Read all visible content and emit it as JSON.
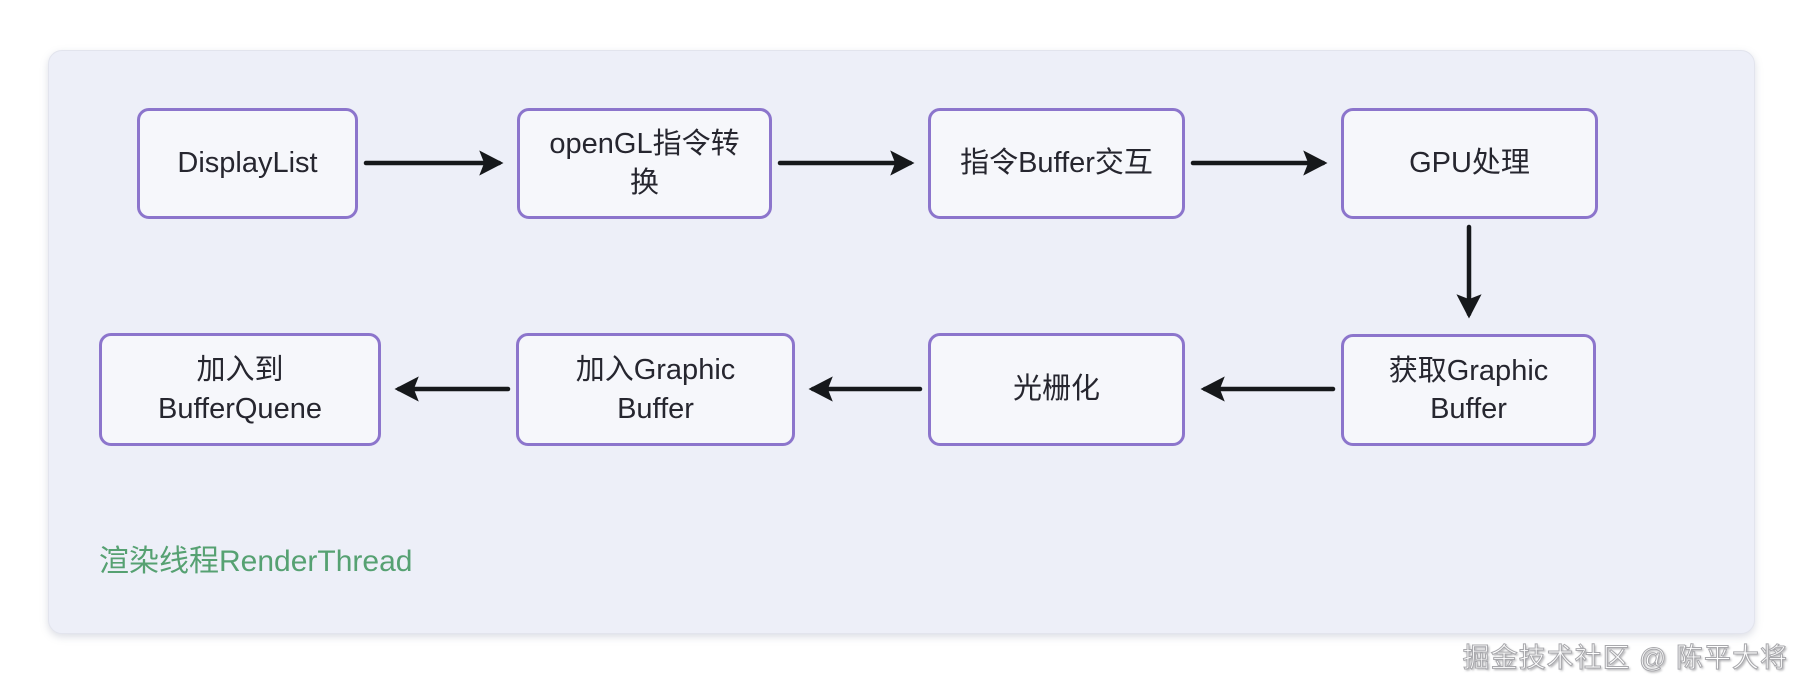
{
  "page": {
    "background": "#ffffff"
  },
  "panel": {
    "background": "#edeff8",
    "border_color": "#e2e4ed"
  },
  "diagram": {
    "node_style": {
      "border_color": "#8c75cc",
      "fill": "#f6f7fb",
      "text_color": "#26262f"
    },
    "arrow_color": "#16181b",
    "nodes": [
      {
        "id": "displaylist",
        "label": "DisplayList"
      },
      {
        "id": "opengl-command-convert",
        "label": "openGL指令转换"
      },
      {
        "id": "command-buffer-exchange",
        "label": "指令Buffer交互"
      },
      {
        "id": "gpu-process",
        "label": "GPU处理"
      },
      {
        "id": "get-graphic-buffer",
        "label": "获取Graphic Buffer"
      },
      {
        "id": "rasterization",
        "label": "光栅化"
      },
      {
        "id": "add-graphic-buffer",
        "label": "加入Graphic Buffer"
      },
      {
        "id": "add-to-bufferquene",
        "label": "加入到BufferQuene"
      }
    ],
    "edges": [
      {
        "from": "displaylist",
        "to": "opengl-command-convert"
      },
      {
        "from": "opengl-command-convert",
        "to": "command-buffer-exchange"
      },
      {
        "from": "command-buffer-exchange",
        "to": "gpu-process"
      },
      {
        "from": "gpu-process",
        "to": "get-graphic-buffer"
      },
      {
        "from": "get-graphic-buffer",
        "to": "rasterization"
      },
      {
        "from": "rasterization",
        "to": "add-graphic-buffer"
      },
      {
        "from": "add-graphic-buffer",
        "to": "add-to-bufferquene"
      }
    ],
    "caption": {
      "text": "渲染线程RenderThread",
      "color": "#56a172"
    }
  },
  "watermark": {
    "text": "掘金技术社区 @ 陈平大将"
  }
}
